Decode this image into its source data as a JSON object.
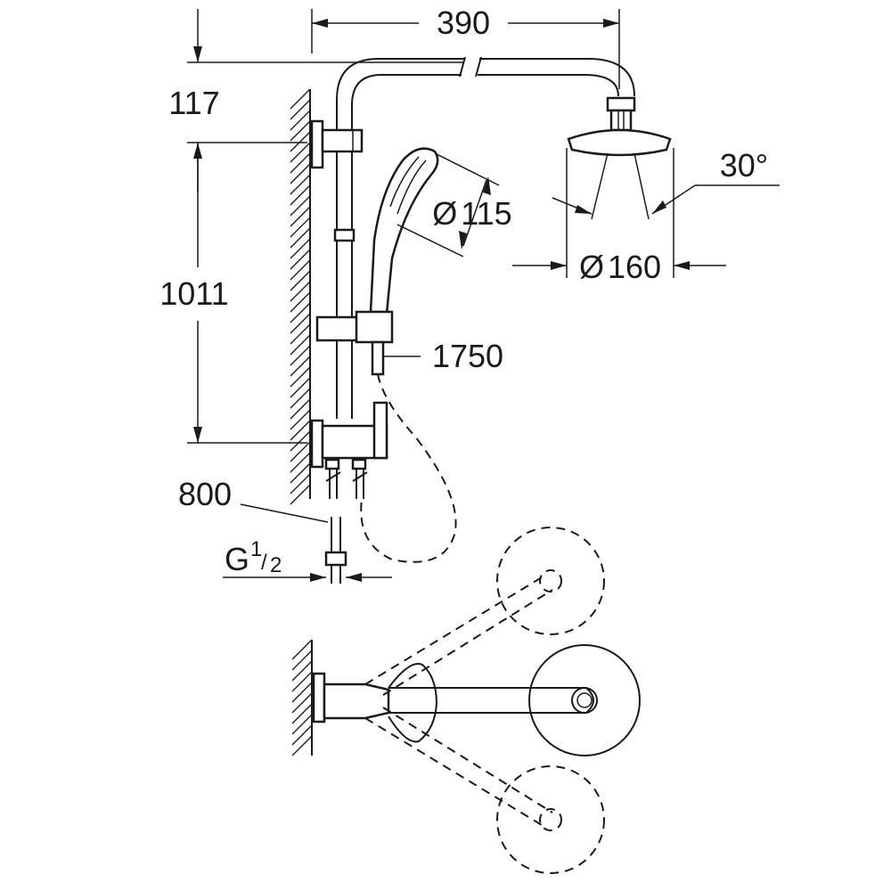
{
  "dimensions": {
    "width_390": "390",
    "top_offset_117": "117",
    "rail_height_1011": "1011",
    "hose_length_1750": "1750",
    "supply_length_800": "800",
    "connection_base": "G",
    "connection_num": "1",
    "connection_den": "2",
    "hand_shower_dia_symbol": "Ø",
    "hand_shower_dia_value": "115",
    "head_shower_dia_symbol": "Ø",
    "head_shower_dia_value": "160",
    "spray_angle": "30°"
  },
  "colors": {
    "line": "#1a1a1a",
    "background": "#ffffff"
  }
}
